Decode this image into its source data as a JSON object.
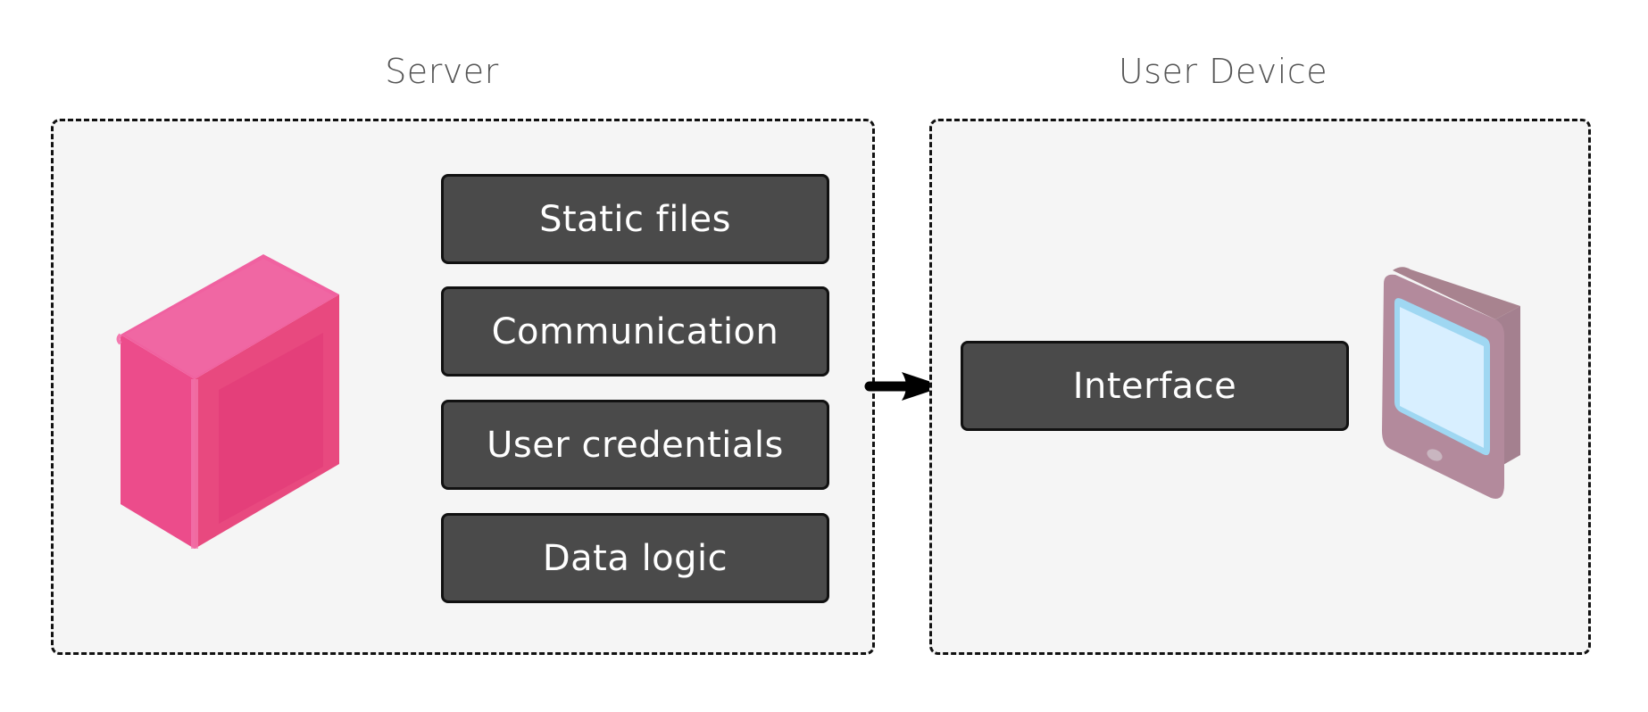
{
  "server": {
    "title": "Server",
    "components": [
      {
        "label": "Static files"
      },
      {
        "label": "Communication"
      },
      {
        "label": "User credentials"
      },
      {
        "label": "Data logic"
      }
    ],
    "icon": "server-cube-icon"
  },
  "device": {
    "title": "User Device",
    "components": [
      {
        "label": "Interface"
      }
    ],
    "icon": "tablet-icon"
  },
  "connector": {
    "icon": "arrow-right-icon"
  },
  "colors": {
    "server_icon": "#e84f8d",
    "device_icon": "#b38a9c",
    "device_screen": "#d8efff",
    "block_fill": "#4a4a4a",
    "group_fill": "#f5f5f5"
  }
}
